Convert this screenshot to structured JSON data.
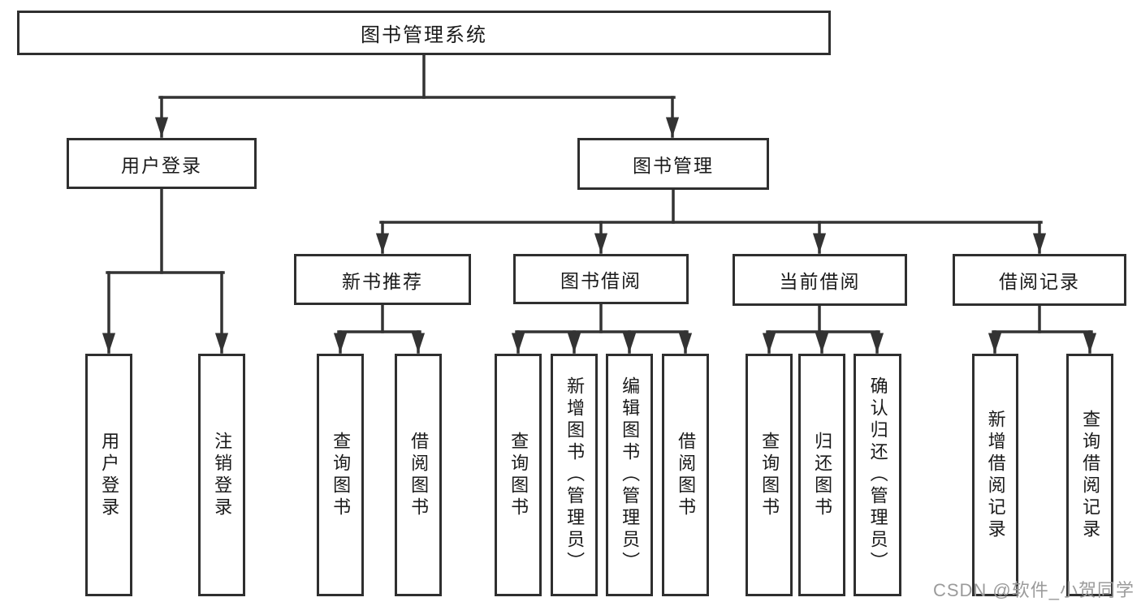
{
  "tree": {
    "label": "图书管理系统",
    "children": [
      {
        "label": "用户登录",
        "children": [
          {
            "label": "用户登录"
          },
          {
            "label": "注销登录"
          }
        ]
      },
      {
        "label": "图书管理",
        "children": [
          {
            "label": "新书推荐",
            "children": [
              {
                "label": "查询图书"
              },
              {
                "label": "借阅图书"
              }
            ]
          },
          {
            "label": "图书借阅",
            "children": [
              {
                "label": "查询图书"
              },
              {
                "label": "新增图书（管理员）"
              },
              {
                "label": "编辑图书（管理员）"
              },
              {
                "label": "借阅图书"
              }
            ]
          },
          {
            "label": "当前借阅",
            "children": [
              {
                "label": "查询图书"
              },
              {
                "label": "归还图书"
              },
              {
                "label": "确认归还（管理员）"
              }
            ]
          },
          {
            "label": "借阅记录",
            "children": [
              {
                "label": "新增借阅记录"
              },
              {
                "label": "查询借阅记录"
              }
            ]
          }
        ]
      }
    ]
  },
  "watermark": {
    "text": "CSDN @软件_小贺同学"
  },
  "colors": {
    "line": "#333333",
    "box_border": "#2f2f2f",
    "text": "#1a1a1a",
    "watermark": "#9b9b9b",
    "background": "#ffffff"
  }
}
